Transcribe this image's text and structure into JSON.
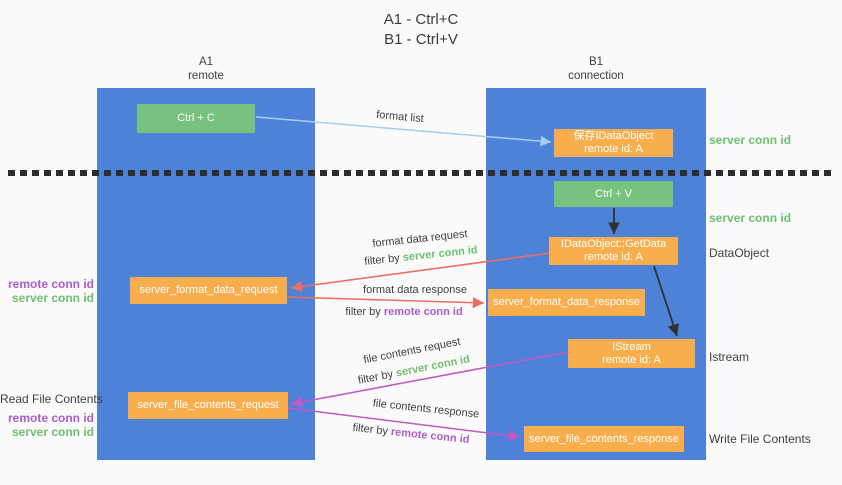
{
  "title": {
    "line1": "A1 - Ctrl+C",
    "line2": "B1 - Ctrl+V"
  },
  "lanes": {
    "a": {
      "name": "A1",
      "subtitle": "remote"
    },
    "b": {
      "name": "B1",
      "subtitle": "connection"
    }
  },
  "nodes": {
    "ctrl_c": {
      "label": "Ctrl + C"
    },
    "save_dataobject": {
      "line1": "保存IDataObject",
      "line2": "remote id: A"
    },
    "ctrl_v": {
      "label": "Ctrl + V"
    },
    "getdata": {
      "line1": "IDataObject::GetData",
      "line2": "remote id: A"
    },
    "format_request": {
      "label": "server_format_data_request"
    },
    "format_response": {
      "label": "server_format_data_response"
    },
    "istream": {
      "line1": "IStream",
      "line2": "remote id: A"
    },
    "file_request": {
      "label": "server_file_contents_request"
    },
    "file_response": {
      "label": "server_file_contents_response"
    }
  },
  "arrows": {
    "format_list": {
      "label": "format list"
    },
    "format_data_request": {
      "label": "format data request",
      "filter_prefix": "filter by",
      "filter_id": "server conn id"
    },
    "format_data_response": {
      "label": "format data response",
      "filter_prefix": "filter by",
      "filter_id": "remote conn id"
    },
    "file_contents_request": {
      "label": "file contents request",
      "filter_prefix": "filter by",
      "filter_id": "server conn id"
    },
    "file_contents_response": {
      "label": "file contents response",
      "filter_prefix": "filter by",
      "filter_id": "remote conn id"
    }
  },
  "left_labels": {
    "group1": {
      "remote": "remote conn id",
      "server": "server conn id"
    },
    "read_file": "Read File Contents",
    "group2": {
      "remote": "remote conn id",
      "server": "server conn id"
    }
  },
  "right_labels": {
    "server_conn_top": "server conn id",
    "server_conn_mid": "server conn id",
    "dataobject": "DataObject",
    "istream": "Istream",
    "write_file": "Write File Contents"
  },
  "colors": {
    "lane_blue": "#4e82d8",
    "box_green": "#77c27e",
    "box_orange": "#f9ae4d",
    "arrow_salmon": "#ee6e63",
    "arrow_magenta": "#c05bc4",
    "arrow_light_blue": "#a6cdef",
    "arrow_black": "#303030",
    "label_green": "#6fbf72",
    "label_purple": "#ab5ec9",
    "text_dark": "#3f3f3f",
    "background": "#fafafa"
  }
}
